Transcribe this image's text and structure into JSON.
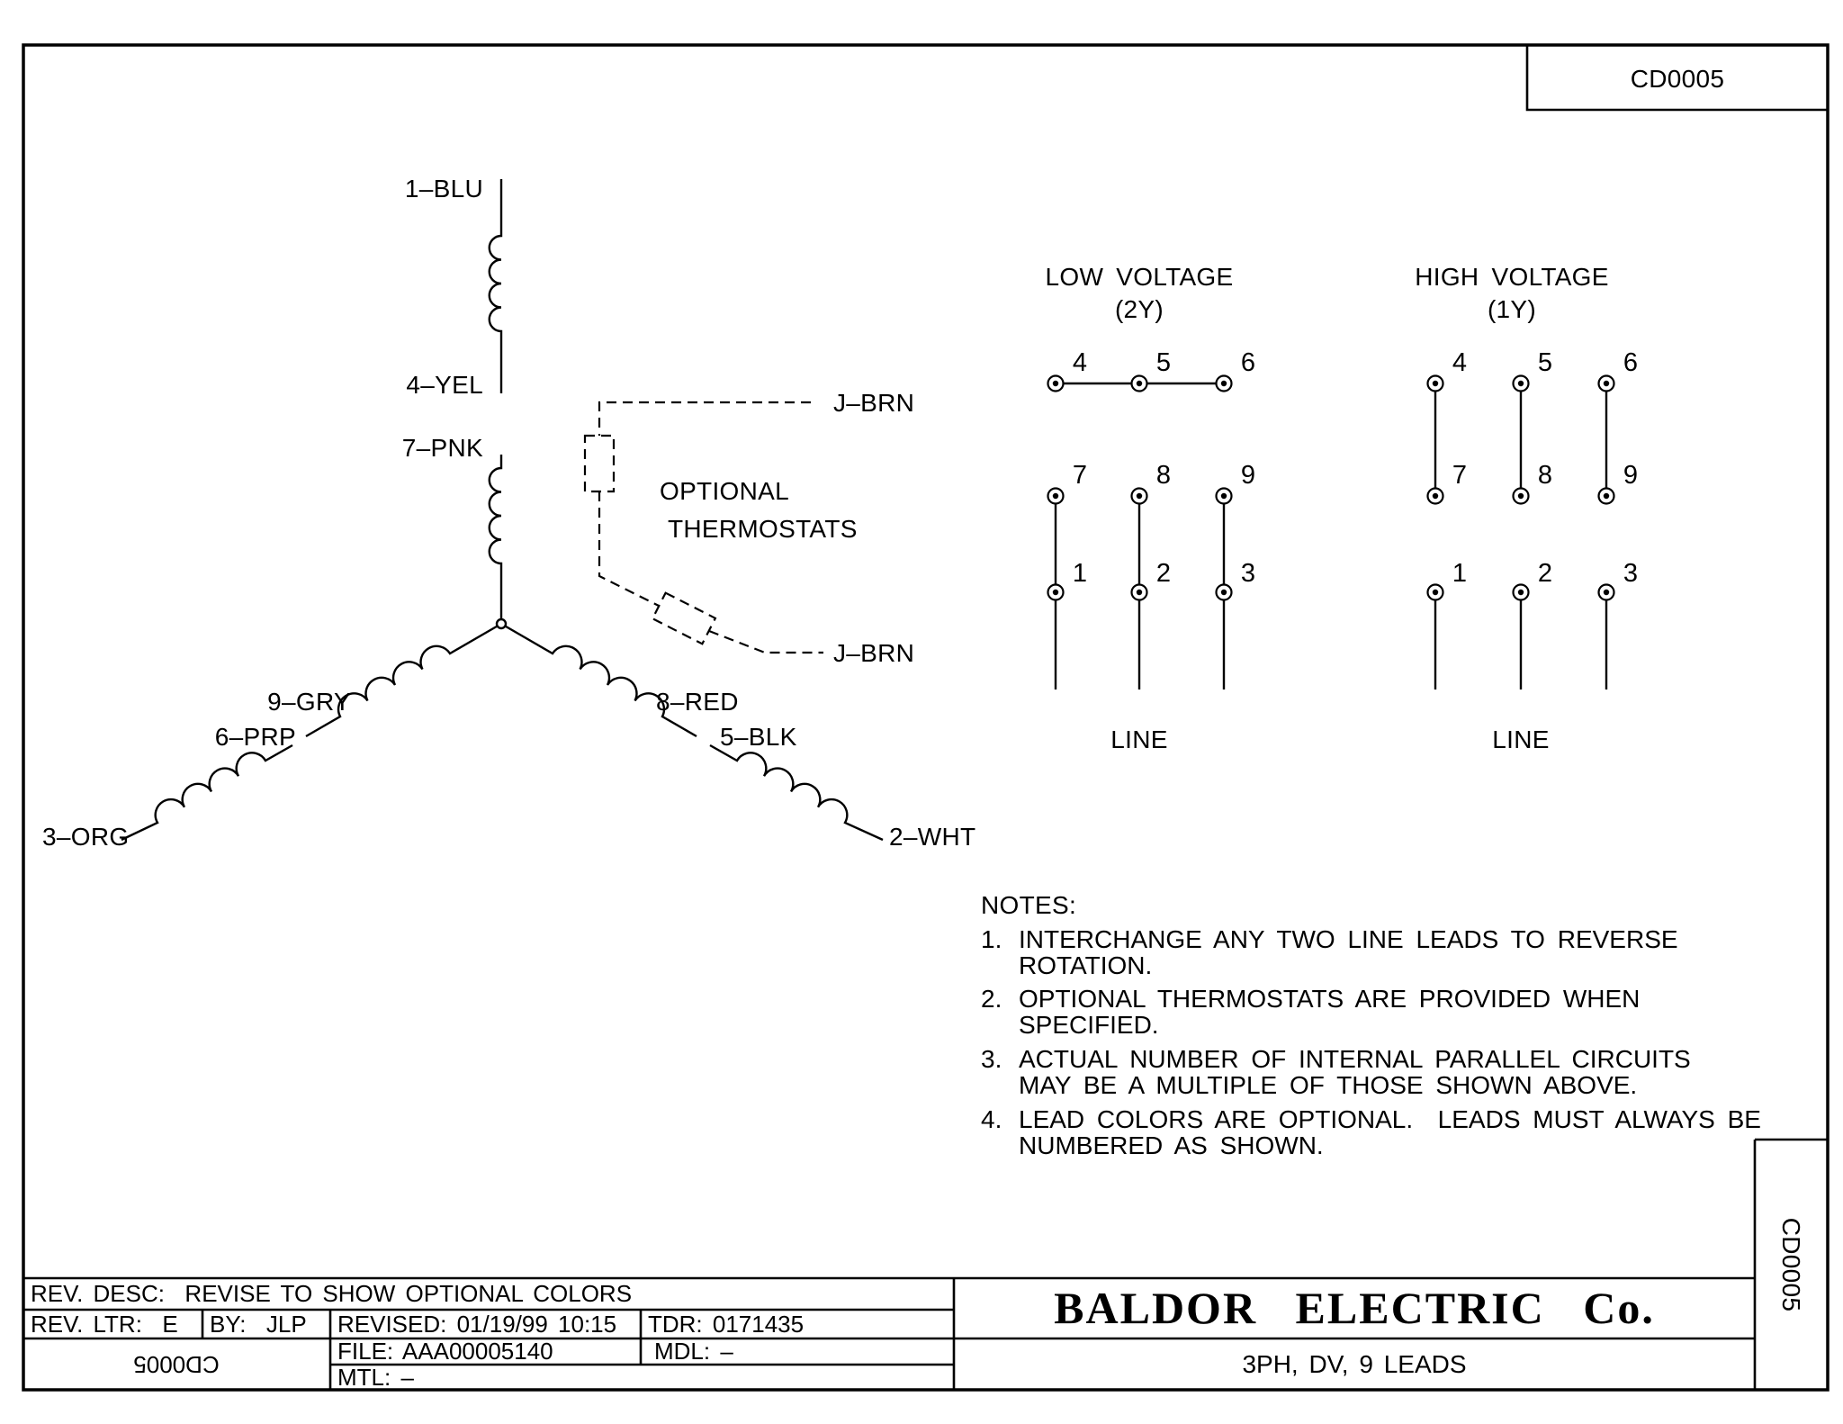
{
  "doc_number": "CD0005",
  "wye": {
    "l1": "1–BLU",
    "l4": "4–YEL",
    "l7": "7–PNK",
    "l9": "9–GRY",
    "l6": "6–PRP",
    "l3": "3–ORG",
    "l8": "8–RED",
    "l5": "5–BLK",
    "l2": "2–WHT"
  },
  "thermostats": {
    "title1": "OPTIONAL",
    "title2": "THERMOSTATS",
    "lead_top": "J–BRN",
    "lead_bottom": "J–BRN"
  },
  "low_voltage": {
    "title": "LOW VOLTAGE",
    "subtitle": "(2Y)",
    "terminals": [
      "4",
      "5",
      "6",
      "7",
      "8",
      "9",
      "1",
      "2",
      "3"
    ],
    "line_label": "LINE"
  },
  "high_voltage": {
    "title": "HIGH VOLTAGE",
    "subtitle": "(1Y)",
    "terminals": [
      "4",
      "5",
      "6",
      "7",
      "8",
      "9",
      "1",
      "2",
      "3"
    ],
    "line_label": "LINE"
  },
  "notes": {
    "title": "NOTES:",
    "items": [
      {
        "num": "1.",
        "line1": "INTERCHANGE ANY TWO LINE LEADS TO REVERSE",
        "line2": "ROTATION."
      },
      {
        "num": "2.",
        "line1": "OPTIONAL THERMOSTATS ARE PROVIDED WHEN",
        "line2": "SPECIFIED."
      },
      {
        "num": "3.",
        "line1": "ACTUAL NUMBER OF INTERNAL PARALLEL CIRCUITS",
        "line2": "MAY BE A MULTIPLE OF THOSE SHOWN ABOVE."
      },
      {
        "num": "4.",
        "line1": "LEAD COLORS ARE OPTIONAL.  LEADS MUST ALWAYS BE",
        "line2": "NUMBERED AS SHOWN."
      }
    ]
  },
  "title_block": {
    "rev_desc": "REV. DESC:  REVISE TO SHOW OPTIONAL COLORS",
    "rev_ltr": "REV. LTR:  E",
    "by": "BY:  JLP",
    "revised": "REVISED: 01/19/99 10:15",
    "tdr": "TDR: 0171435",
    "stamp": "CD0005",
    "file": "FILE: AAA00005140",
    "mdl": "MDL: –",
    "mtl": "MTL: –",
    "company": "BALDOR ELECTRIC Co.",
    "drawing_title": "3PH, DV, 9 LEADS",
    "side_number": "CD0005"
  }
}
